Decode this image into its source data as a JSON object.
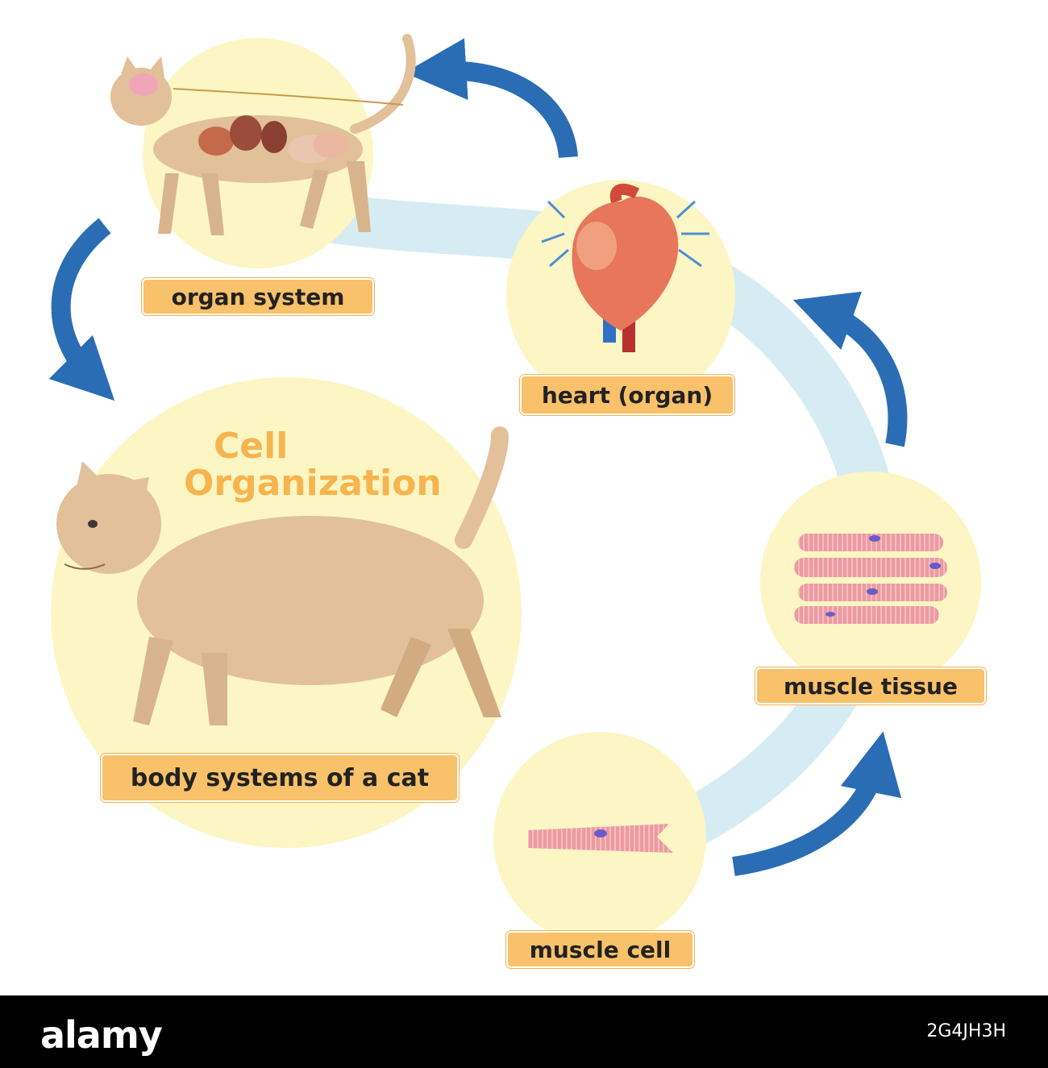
{
  "diagram": {
    "title_line1": "Cell",
    "title_line2": "Organization",
    "labels": {
      "organ_system": "organ system",
      "heart": "heart (organ)",
      "muscle_tissue": "muscle tissue",
      "muscle_cell": "muscle cell",
      "body_systems": "body systems of a cat"
    },
    "colors": {
      "circle": "#fbf6c3",
      "label_bg": "#f9c16a",
      "title": "#f7b44e",
      "arrow": "#2a6db5",
      "flow_band": "#d6ecf3",
      "cat_fur": "#e1c09a",
      "muscle": "#e8959a"
    }
  },
  "footer": {
    "brand": "alamy",
    "stock_id": "2G4JH3H"
  }
}
